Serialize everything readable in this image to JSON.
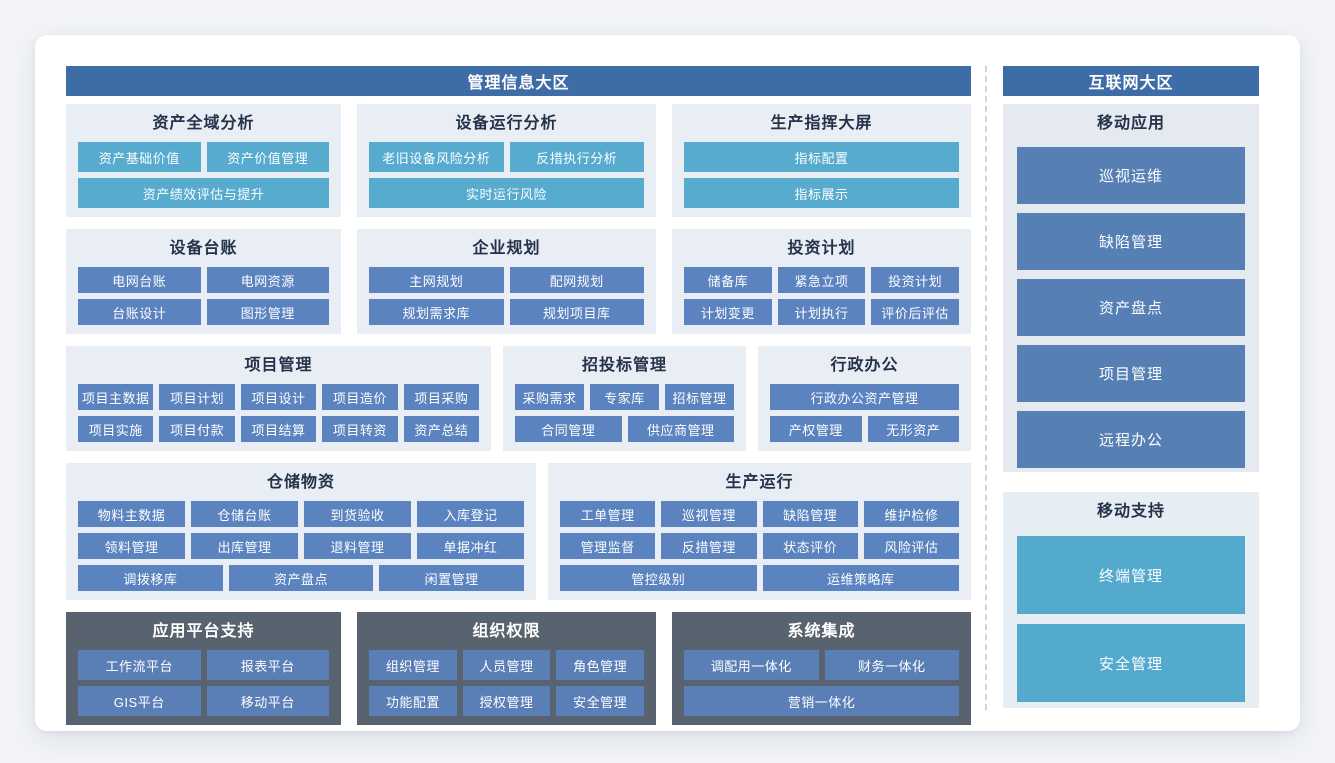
{
  "palette": {
    "page_bg": "#f2f4f7",
    "card_bg": "#ffffff",
    "zone_header_bg": "#3e6ca7",
    "panel_light_bg": "#e9eef5",
    "panel_dark_bg": "#59626f",
    "button_teal": "#57abce",
    "button_blue": "#5b83bf",
    "button_dark_panel": "#5a7fb7",
    "button_right_blue": "#567fb4",
    "button_right_teal": "#53aacd",
    "divider_dashed": "#ccd6e2"
  },
  "left_zone": {
    "title": "管理信息大区",
    "groups": [
      {
        "id": "asset-analysis",
        "title": "资产全域分析",
        "theme": "teal",
        "rows": [
          [
            "资产基础价值",
            "资产价值管理"
          ],
          [
            "资产绩效评估与提升"
          ]
        ]
      },
      {
        "id": "equipment-analysis",
        "title": "设备运行分析",
        "theme": "teal",
        "rows": [
          [
            "老旧设备风险分析",
            "反措执行分析"
          ],
          [
            "实时运行风险"
          ]
        ]
      },
      {
        "id": "production-dashboard",
        "title": "生产指挥大屏",
        "theme": "teal",
        "rows": [
          [
            "指标配置"
          ],
          [
            "指标展示"
          ]
        ]
      },
      {
        "id": "equipment-ledger",
        "title": "设备台账",
        "theme": "blue",
        "rows": [
          [
            "电网台账",
            "电网资源"
          ],
          [
            "台账设计",
            "图形管理"
          ]
        ]
      },
      {
        "id": "enterprise-planning",
        "title": "企业规划",
        "theme": "blue",
        "rows": [
          [
            "主网规划",
            "配网规划"
          ],
          [
            "规划需求库",
            "规划项目库"
          ]
        ]
      },
      {
        "id": "investment-plan",
        "title": "投资计划",
        "theme": "blue",
        "rows": [
          [
            "储备库",
            "紧急立项",
            "投资计划"
          ],
          [
            "计划变更",
            "计划执行",
            "评价后评估"
          ]
        ]
      },
      {
        "id": "project-management",
        "title": "项目管理",
        "theme": "blue",
        "rows": [
          [
            "项目主数据",
            "项目计划",
            "项目设计",
            "项目造价",
            "项目采购"
          ],
          [
            "项目实施",
            "项目付款",
            "项目结算",
            "项目转资",
            "资产总结"
          ]
        ]
      },
      {
        "id": "bidding-management",
        "title": "招投标管理",
        "theme": "blue",
        "rows": [
          [
            "采购需求",
            "专家库",
            "招标管理"
          ],
          [
            "合同管理",
            "供应商管理"
          ]
        ]
      },
      {
        "id": "admin-office",
        "title": "行政办公",
        "theme": "blue",
        "rows": [
          [
            "行政办公资产管理"
          ],
          [
            "产权管理",
            "无形资产"
          ]
        ]
      },
      {
        "id": "warehouse-materials",
        "title": "仓储物资",
        "theme": "blue",
        "rows": [
          [
            "物料主数据",
            "仓储台账",
            "到货验收",
            "入库登记"
          ],
          [
            "领料管理",
            "出库管理",
            "退料管理",
            "单据冲红"
          ],
          [
            "调拨移库",
            "资产盘点",
            "闲置管理"
          ]
        ]
      },
      {
        "id": "production-operation",
        "title": "生产运行",
        "theme": "blue",
        "rows": [
          [
            "工单管理",
            "巡视管理",
            "缺陷管理",
            "维护检修"
          ],
          [
            "管理监督",
            "反措管理",
            "状态评价",
            "风险评估"
          ],
          [
            "管控级别",
            "运维策略库"
          ]
        ]
      },
      {
        "id": "platform-support",
        "title": "应用平台支持",
        "theme": "dark",
        "rows": [
          [
            "工作流平台",
            "报表平台"
          ],
          [
            "GIS平台",
            "移动平台"
          ]
        ]
      },
      {
        "id": "org-permission",
        "title": "组织权限",
        "theme": "dark",
        "rows": [
          [
            "组织管理",
            "人员管理",
            "角色管理"
          ],
          [
            "功能配置",
            "授权管理",
            "安全管理"
          ]
        ]
      },
      {
        "id": "system-integration",
        "title": "系统集成",
        "theme": "dark",
        "rows": [
          [
            "调配用一体化",
            "财务一体化"
          ],
          [
            "营销一体化"
          ]
        ]
      }
    ]
  },
  "right_zone": {
    "title": "互联网大区",
    "groups": [
      {
        "id": "mobile-apps",
        "title": "移动应用",
        "theme": "right-blue",
        "rows": [
          [
            "巡视运维"
          ],
          [
            "缺陷管理"
          ],
          [
            "资产盘点"
          ],
          [
            "项目管理"
          ],
          [
            "远程办公"
          ]
        ]
      },
      {
        "id": "mobile-support",
        "title": "移动支持",
        "theme": "right-teal",
        "rows": [
          [
            "终端管理"
          ],
          [
            "安全管理"
          ]
        ]
      }
    ]
  }
}
